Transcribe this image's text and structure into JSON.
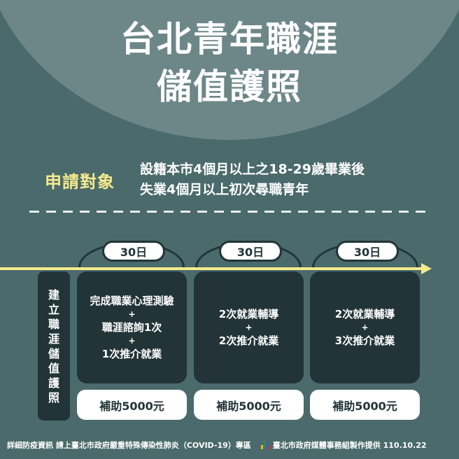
{
  "header": {
    "title_line1": "台北青年職涯",
    "title_line2": "儲值護照"
  },
  "eligibility": {
    "label": "申請對象",
    "line1": "設籍本市4個月以上之18-29歲畢業後",
    "line2": "失業4個月以上初次尋職青年"
  },
  "colors": {
    "background": "#4a6a6b",
    "dome": "#6d8788",
    "card": "#223438",
    "accent_yellow": "#f5ea8e",
    "white": "#ffffff"
  },
  "side_label": [
    "建",
    "立",
    "職",
    "涯",
    "儲",
    "值",
    "護",
    "照"
  ],
  "steps": [
    {
      "duration": "30日",
      "lines": [
        "完成職業心理測驗",
        "+",
        "職涯諮詢1次",
        "+",
        "1次推介就業"
      ],
      "subsidy": "補助5000元"
    },
    {
      "duration": "30日",
      "lines": [
        "2次就業輔導",
        "+",
        "2次推介就業"
      ],
      "subsidy": "補助5000元"
    },
    {
      "duration": "30日",
      "lines": [
        "2次就業輔導",
        "+",
        "3次推介就業"
      ],
      "subsidy": "補助5000元"
    }
  ],
  "footer": {
    "left": "詳細防疫資訊 請上臺北市政府嚴重特殊傳染性肺炎（COVID-19）專區",
    "logo_icon": "taipei-media-logo-icon",
    "right": "臺北市政府媒體事務組製作提供 110.10.22"
  }
}
